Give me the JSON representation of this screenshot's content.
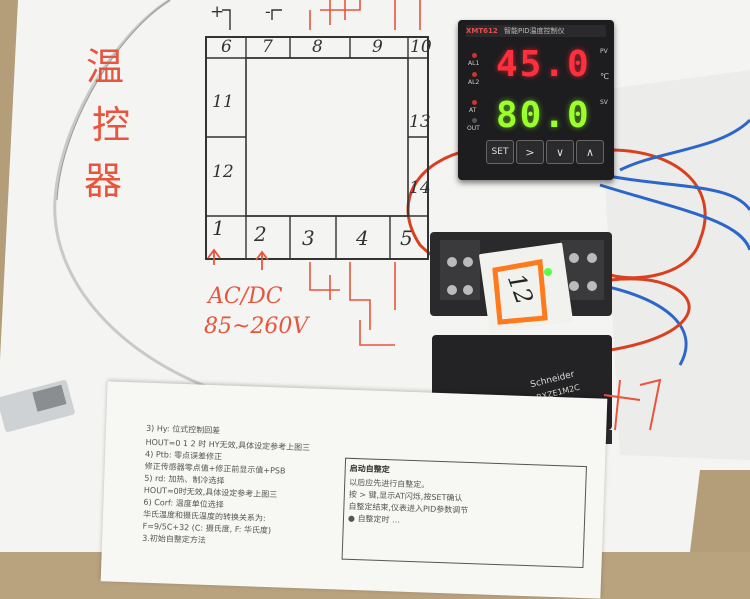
{
  "sketch": {
    "title_chars": [
      "温",
      "控",
      "器"
    ],
    "terminals_top": [
      "6",
      "7",
      "8",
      "9",
      "10"
    ],
    "terminals_left": [
      "11",
      "12"
    ],
    "terminals_right": [
      "13",
      "14"
    ],
    "terminals_bottom": [
      "1",
      "2",
      "3",
      "4",
      "5"
    ],
    "polarity_plus": "+",
    "polarity_minus": "-",
    "power_note_line1": "AC/DC",
    "power_note_line2": "85~260V"
  },
  "controller": {
    "model": "XMT612",
    "header_text": "智能PID温度控制仪",
    "pv_value": "45.0",
    "sv_value": "80.0",
    "pv_tag": "PV",
    "sv_tag": "SV",
    "unit": "℃",
    "indicators": [
      "AL1",
      "AL2",
      "AT",
      "OUT"
    ],
    "buttons": [
      "SET",
      ">",
      "∨",
      "∧"
    ]
  },
  "relay_label": "12",
  "relay2_brand": "Schneider",
  "relay2_model": "RXZE1M2C",
  "manual": {
    "lines": [
      "3) Hy: 位式控制回差",
      "   HOUT=0  1  2 时  HY无效,具体设定参考上图三",
      "4) Ptb: 零点误差修正",
      "   修正传感器零点值+修正前显示值+PSB",
      "5) rd: 加热、制冷选择",
      "   HOUT=0时无效,具体设定参考上图三",
      "6) Corf: 温度单位选择",
      "   华氏温度和摄氏温度的转换关系为:",
      "   F=9/5C+32 (C: 摄氏度, F: 华氏度)",
      "3.初始自整定方法"
    ],
    "box_title": "启动自整定",
    "box_lines": [
      "以后应先进行自整定。",
      "按 > 键,显示AT闪烁,按SET确认",
      "自整定结束,仪表进入PID参数调节",
      "● 自整定时 …"
    ]
  }
}
